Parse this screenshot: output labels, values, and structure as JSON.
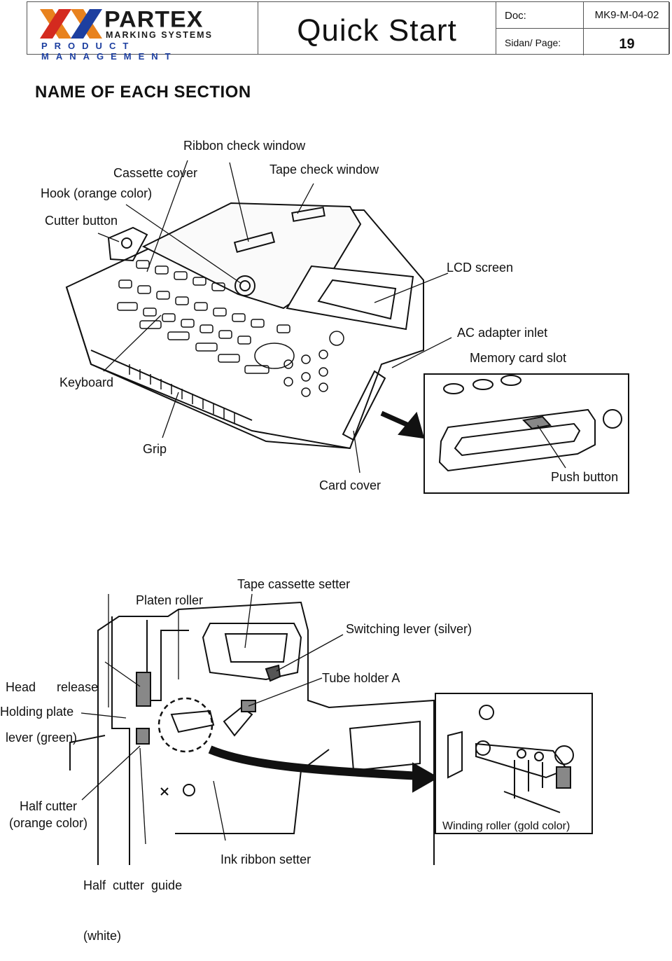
{
  "header": {
    "logo_brand": "PARTEX",
    "logo_subtitle": "MARKING SYSTEMS",
    "logo_division": "PRODUCT MANAGEMENT",
    "doc_title": "Quick Start",
    "doc_label": "Doc:",
    "doc_value": "MK9-M-04-02",
    "page_label": "Sidan/ Page:",
    "page_value": "19"
  },
  "section_title": "NAME OF EACH SECTION",
  "figure_top": {
    "labels": {
      "ribbon_check_window": "Ribbon check window",
      "cassette_cover": "Cassette cover",
      "tape_check_window": "Tape check window",
      "hook": "Hook (orange color)",
      "cutter_button": "Cutter button",
      "lcd_screen": "LCD screen",
      "ac_adapter_inlet": "AC adapter inlet",
      "memory_card_slot": "Memory card slot",
      "keyboard": "Keyboard",
      "grip": "Grip",
      "card_cover": "Card cover",
      "push_button": "Push button"
    }
  },
  "figure_bottom": {
    "labels": {
      "tape_cassette_setter": "Tape cassette setter",
      "platen_roller": "Platen roller",
      "switching_lever": "Switching lever (silver)",
      "head_release_lever_1": "Head      release",
      "head_release_lever_2": "lever (green)",
      "tube_holder_a": "Tube holder A",
      "holding_plate": "Holding plate",
      "half_cutter_1": "Half cutter",
      "half_cutter_2": "(orange color)",
      "winding_roller": "Winding roller (gold color)",
      "half_cutter_guide_1": "Half  cutter  guide",
      "half_cutter_guide_2": "(white)",
      "ink_ribbon_setter": "Ink ribbon setter"
    }
  },
  "colors": {
    "logo_orange": "#e8821e",
    "logo_red": "#d42a1f",
    "logo_blue": "#1d3fa0"
  }
}
